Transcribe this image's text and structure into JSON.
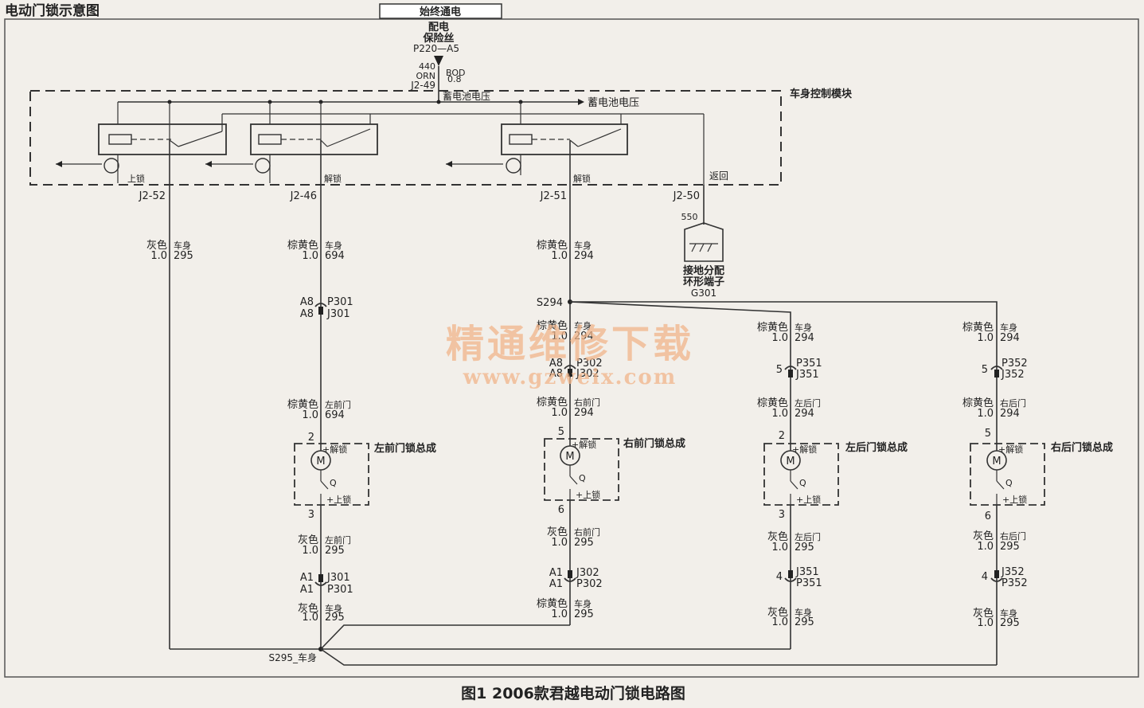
{
  "title": "电动门锁示意图",
  "caption": "图1 2006款君越电动门锁电路图",
  "power": {
    "box_label": "始终通电",
    "fuse_line1": "配电",
    "fuse_line2": "保险丝",
    "fuse_id": "P220—A5",
    "circuit_num": "440",
    "wire_color": "ORN",
    "wire_color2": "BOD",
    "gauge": "0.8",
    "pin": "J2-49"
  },
  "module": {
    "label": "车身控制模块",
    "battery_voltage": "蓄电池电压",
    "battery_voltage_arrow": "蓄电池电压",
    "lock_label": "上锁",
    "unlock_label": "解锁",
    "unlock_label2": "解锁",
    "return_label": "返回"
  },
  "pins": [
    "J2-52",
    "J2-46",
    "J2-51",
    "J2-50"
  ],
  "ground": {
    "circuit": "550",
    "label1": "接地分配",
    "label2": "环形端子",
    "id": "G301"
  },
  "wires": {
    "w52": {
      "color": "灰色",
      "loc": "车身",
      "gauge": "1.0",
      "num": "295"
    },
    "w46": {
      "color": "棕黄色",
      "loc": "车身",
      "gauge": "1.0",
      "num": "694"
    },
    "w51": {
      "color": "棕黄色",
      "loc": "车身",
      "gauge": "1.0",
      "num": "294"
    }
  },
  "splices": {
    "s294": "S294",
    "s295": "S295_车身"
  },
  "doors": [
    {
      "name": "左前门锁总成",
      "conn_top": {
        "pin": "A8",
        "a": "P301",
        "b": "J301",
        "pin2": "A8"
      },
      "wire_in": {
        "color": "棕黄色",
        "loc": "左前门",
        "gauge": "1.0",
        "num": "694"
      },
      "pin_top": "2",
      "pin_bottom": "3",
      "wire_out": {
        "color": "灰色",
        "loc": "左前门",
        "gauge": "1.0",
        "num": "295"
      },
      "conn_bottom": {
        "pin": "A1",
        "a": "J301",
        "b": "P301",
        "pin2": "A1"
      },
      "wire_body": {
        "color": "灰色",
        "loc": "车身",
        "gauge": "1.0",
        "num": "295"
      }
    },
    {
      "name": "右前门锁总成",
      "wire_pre": {
        "color": "棕黄色",
        "loc": "车身",
        "gauge": "1.0",
        "num": "294"
      },
      "conn_top": {
        "pin": "A8",
        "a": "P302",
        "b": "J302",
        "pin2": "A8"
      },
      "wire_in": {
        "color": "棕黄色",
        "loc": "右前门",
        "gauge": "1.0",
        "num": "294"
      },
      "pin_top": "5",
      "pin_bottom": "6",
      "wire_out": {
        "color": "灰色",
        "loc": "右前门",
        "gauge": "1.0",
        "num": "295"
      },
      "conn_bottom": {
        "pin": "A1",
        "a": "J302",
        "b": "P302",
        "pin2": "A1"
      },
      "wire_body": {
        "color": "棕黄色",
        "loc": "车身",
        "gauge": "1.0",
        "num": "295"
      }
    },
    {
      "name": "左后门锁总成",
      "wire_pre": {
        "color": "棕黄色",
        "loc": "车身",
        "gauge": "1.0",
        "num": "294"
      },
      "conn_top": {
        "pin": "5",
        "a": "P351",
        "b": "J351"
      },
      "wire_in": {
        "color": "棕黄色",
        "loc": "左后门",
        "gauge": "1.0",
        "num": "294"
      },
      "pin_top": "2",
      "pin_bottom": "3",
      "wire_out": {
        "color": "灰色",
        "loc": "左后门",
        "gauge": "1.0",
        "num": "295"
      },
      "conn_bottom": {
        "pin": "4",
        "a": "J351",
        "b": "P351"
      },
      "wire_body": {
        "color": "灰色",
        "loc": "车身",
        "gauge": "1.0",
        "num": "295"
      }
    },
    {
      "name": "右后门锁总成",
      "wire_pre": {
        "color": "棕黄色",
        "loc": "车身",
        "gauge": "1.0",
        "num": "294"
      },
      "conn_top": {
        "pin": "5",
        "a": "P352",
        "b": "J352"
      },
      "wire_in": {
        "color": "棕黄色",
        "loc": "右后门",
        "gauge": "1.0",
        "num": "294"
      },
      "pin_top": "5",
      "pin_bottom": "6",
      "wire_out": {
        "color": "灰色",
        "loc": "右后门",
        "gauge": "1.0",
        "num": "295"
      },
      "conn_bottom": {
        "pin": "4",
        "a": "J352",
        "b": "P352"
      },
      "wire_body": {
        "color": "灰色",
        "loc": "车身",
        "gauge": "1.0",
        "num": "295"
      }
    }
  ],
  "actuator": {
    "motor": "M",
    "unlock": "+解锁",
    "lock": "+上锁",
    "switch": "Q"
  },
  "watermark": {
    "cn": "精通维修下载",
    "url": "www.gzweix.com"
  }
}
